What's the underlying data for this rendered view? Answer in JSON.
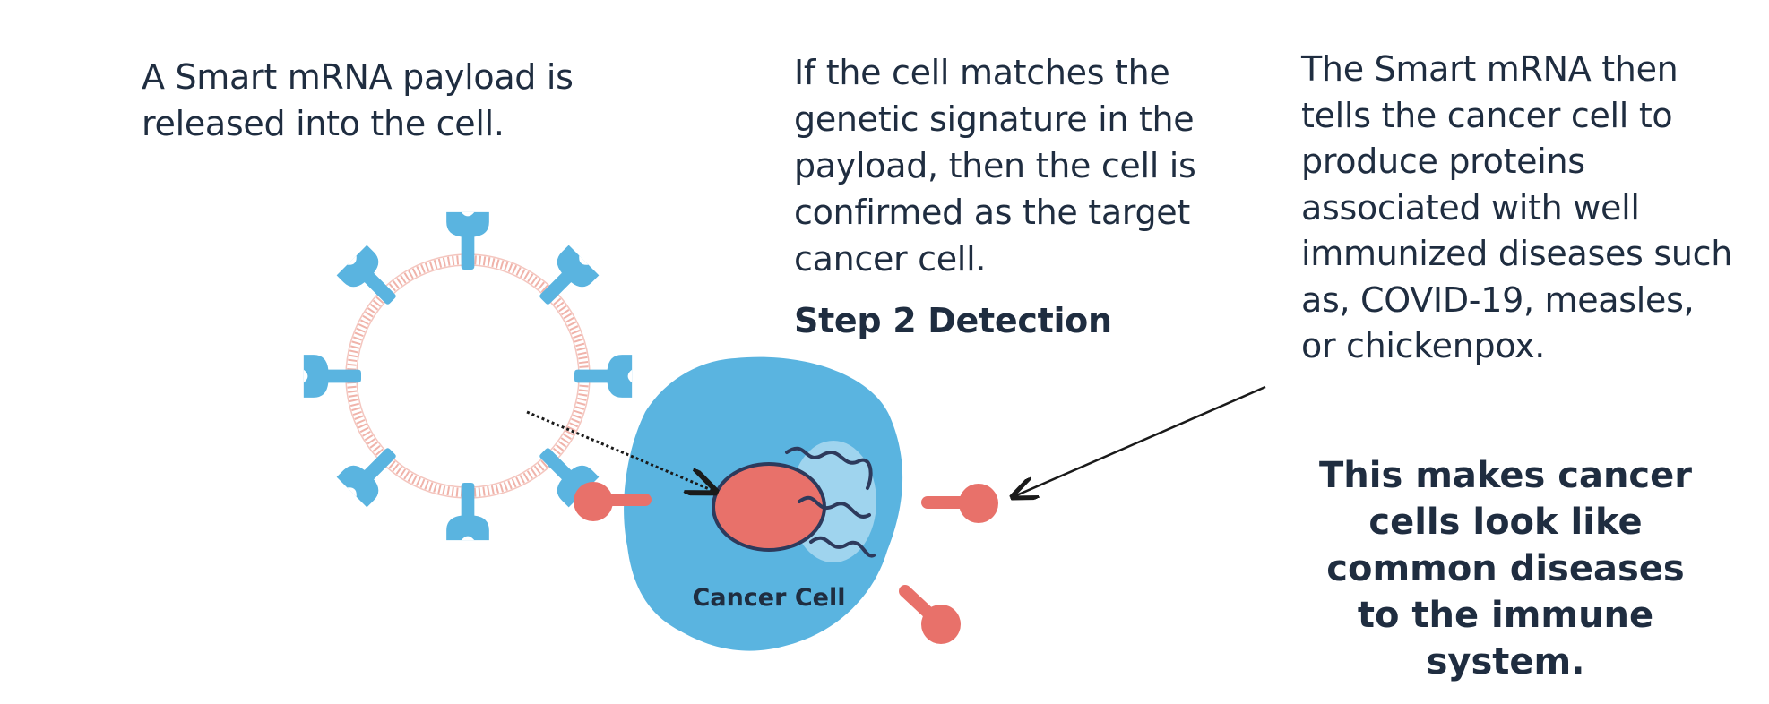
{
  "texts": {
    "release": "A Smart mRNA payload is\nreleased into the cell.",
    "detection": "If the cell matches the\ngenetic signature in the\npayload, then the cell is\nconfirmed as the target\ncancer cell.",
    "step_label": "Step 2 Detection",
    "production": "The Smart mRNA then\ntells the cancer cell to\nproduce  proteins\nassociated with well\nimmunized diseases such\nas, COVID-19, measles,\nor chickenpox.",
    "summary": "This makes cancer\ncells look like\ncommon diseases\nto the immune\nsystem.",
    "cell_label": "Cancer Cell"
  },
  "colors": {
    "text": "#1f2d40",
    "cell_body": "#5ab4e0",
    "cell_highlight": "#9fd4ee",
    "nucleus": "#e8716a",
    "nucleus_outline": "#2d3a5c",
    "receptor": "#5ab4e0",
    "protein": "#e8716a",
    "membrane": "#f0b3aa",
    "arrow": "#1a1a1a"
  },
  "icons": {
    "nanoparticle": "lipid-nanoparticle-icon",
    "receptor": "antibody-receptor-icon",
    "protein": "surface-protein-icon",
    "mrna": "mrna-strand-icon"
  }
}
